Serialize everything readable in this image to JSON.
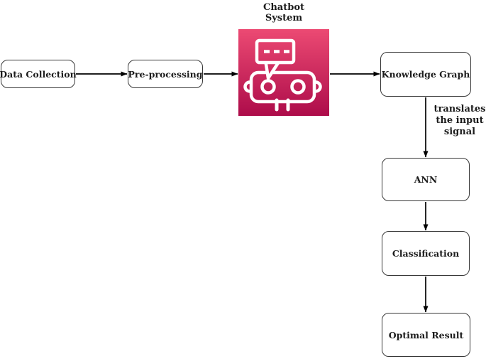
{
  "diagram": {
    "nodes": {
      "data_collection": {
        "label": "Data Collection"
      },
      "pre_processing": {
        "label": "Pre-processing"
      },
      "chatbot_system": {
        "label_lines": [
          "Chatbot",
          "System"
        ]
      },
      "knowledge_graph": {
        "label": "Knowledge Graph"
      },
      "ann": {
        "label": "ANN"
      },
      "classification": {
        "label": "Classification"
      },
      "optimal_result": {
        "label": "Optimal Result"
      }
    },
    "edge_labels": {
      "knowledge_graph_to_ann": {
        "lines": [
          "translates",
          "the input",
          "signal"
        ]
      }
    },
    "icons": {
      "chatbot": "robot-chat-icon"
    },
    "colors": {
      "chatbot_gradient_top": "#ec4a73",
      "chatbot_gradient_bottom": "#ad0c4a",
      "box_border": "#383838",
      "text": "#1c1c1c",
      "arrow": "#000000",
      "background": "#ffffff"
    }
  }
}
